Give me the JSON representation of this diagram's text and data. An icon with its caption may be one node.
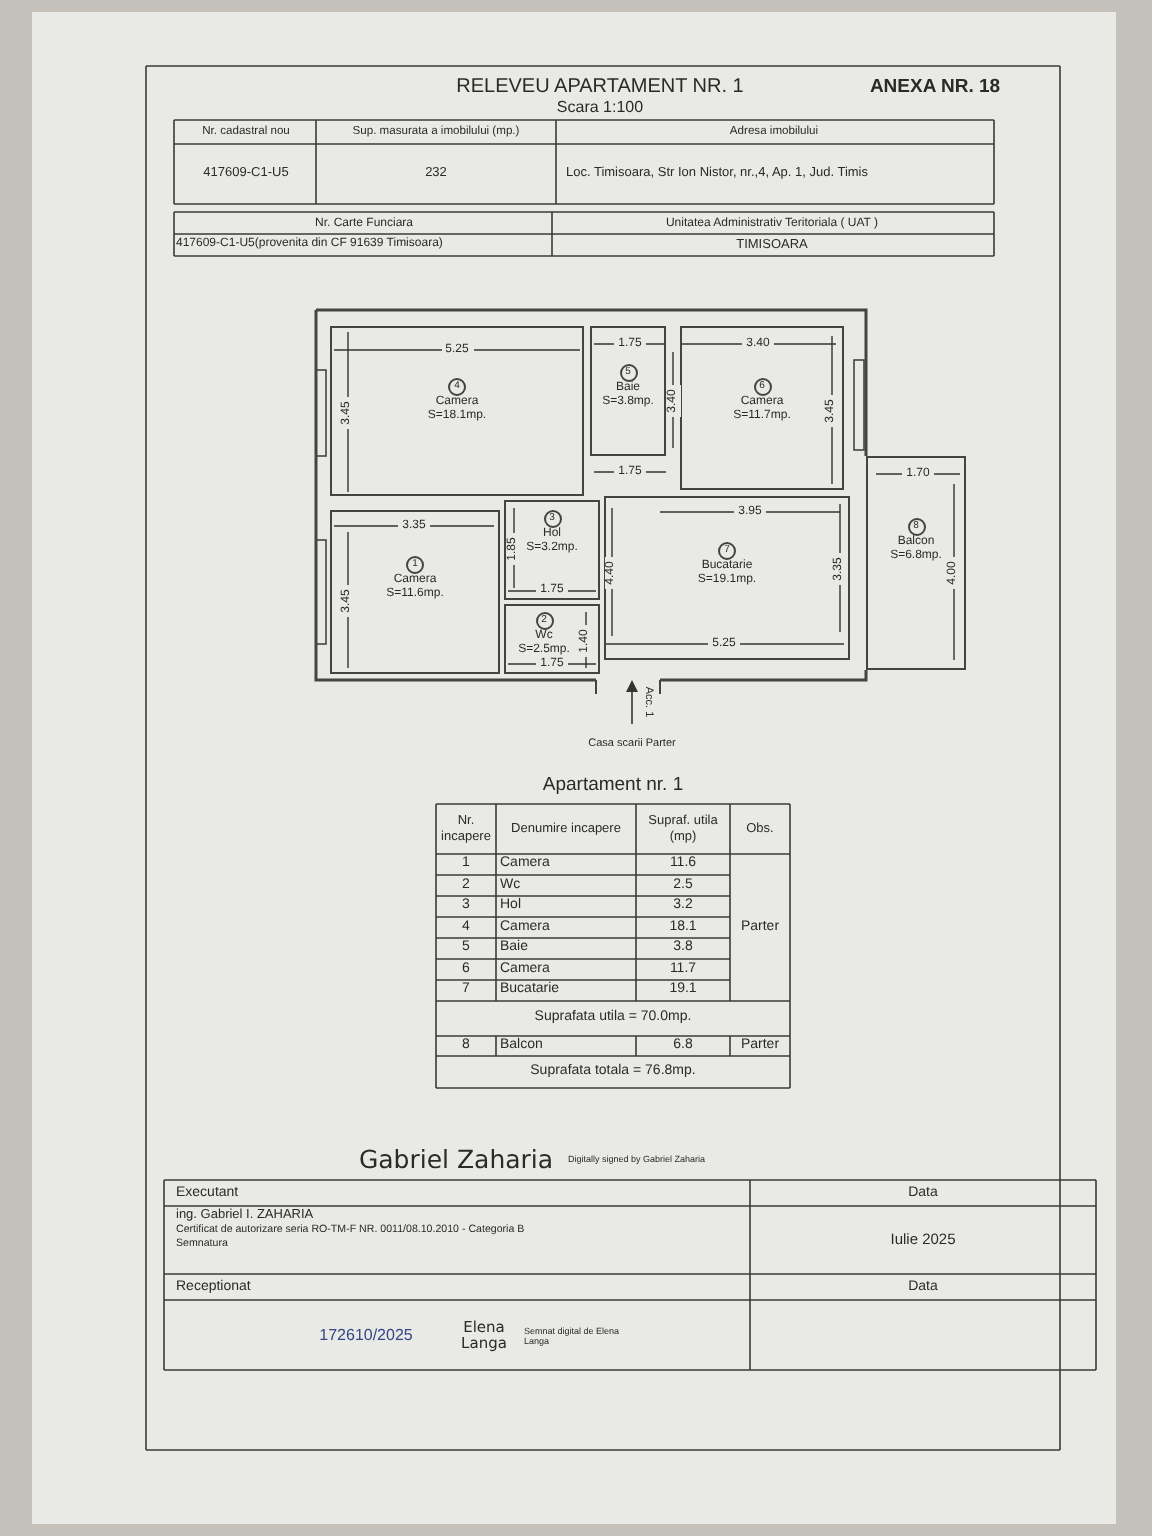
{
  "diagram": {
    "title": "RELEVEU APARTAMENT NR. 1",
    "nodes": [
      {
        "text": [
          "4",
          "Camera",
          "S=18.1mp."
        ]
      },
      {
        "text": [
          "5",
          "Baie",
          "S=3.8mp."
        ]
      },
      {
        "text": [
          "6",
          "Camera",
          "S=11.7mp."
        ]
      },
      {
        "text": [
          "3",
          "Hol",
          "S=3.2mp."
        ]
      },
      {
        "text": [
          "1",
          "Camera",
          "S=11.6mp."
        ]
      },
      {
        "text": [
          "7",
          "Bucatarie",
          "S=19.1mp."
        ]
      },
      {
        "text": [
          "8",
          "Balcon",
          "S=6.8mp."
        ]
      },
      {
        "text": [
          "2",
          "Wc",
          "S=2.5mp."
        ]
      }
    ],
    "labels": [
      "ANEXA NR. 18",
      "Scara 1:100",
      "Nr. cadastral nou",
      "Sup. masurata a imobilului (mp.)",
      "Adresa imobilului",
      "417609-C1-U5",
      "232",
      "Loc. Timisoara, Str Ion Nistor, nr.,4, Ap. 1, Jud. Timis",
      "Nr. Carte Funciara",
      "Unitatea Administrativ Teritoriala ( UAT )",
      "417609-C1-U5(provenita din CF 91639 Timisoara)",
      "TIMISOARA",
      "5.25",
      "3.45",
      "1.75",
      "3.40",
      "3.40",
      "3.45",
      "1.75",
      "1.70",
      "3.35",
      "1.85",
      "4.40",
      "3.95",
      "3.45",
      "1.75",
      "1.40",
      "3.35",
      "4.00",
      "1.75",
      "5.25",
      "Acc. 1",
      "Casa scarii Parter",
      "Apartament nr. 1",
      "Nr. incapere",
      "Denumire incapere",
      "Supraf. utila (mp)",
      "Obs.",
      "1",
      "Camera",
      "11.6",
      "2",
      "Wc",
      "2.5",
      "3",
      "Hol",
      "3.2",
      "4",
      "Camera",
      "18.1",
      "5",
      "Baie",
      "3.8",
      "6",
      "Camera",
      "11.7",
      "7",
      "Bucatarie",
      "19.1",
      "Parter",
      "Suprafata utila = 70.0mp.",
      "8",
      "Balcon",
      "6.8",
      "Parter",
      "Suprafata totala = 76.8mp.",
      "Executant",
      "Gabriel Zaharia",
      "Digitally signed by Gabriel Zaharia",
      "Data",
      "ing. Gabriel I. ZAHARIA",
      "Certificat de autorizare seria RO-TM-F NR. 0011/08.10.2010 - Categoria B",
      "Semnatura",
      "Iulie 2025",
      "Receptionat",
      "Data",
      "172610/2025",
      "Elena Langa",
      "Semnat digital de Elena Langa"
    ]
  }
}
